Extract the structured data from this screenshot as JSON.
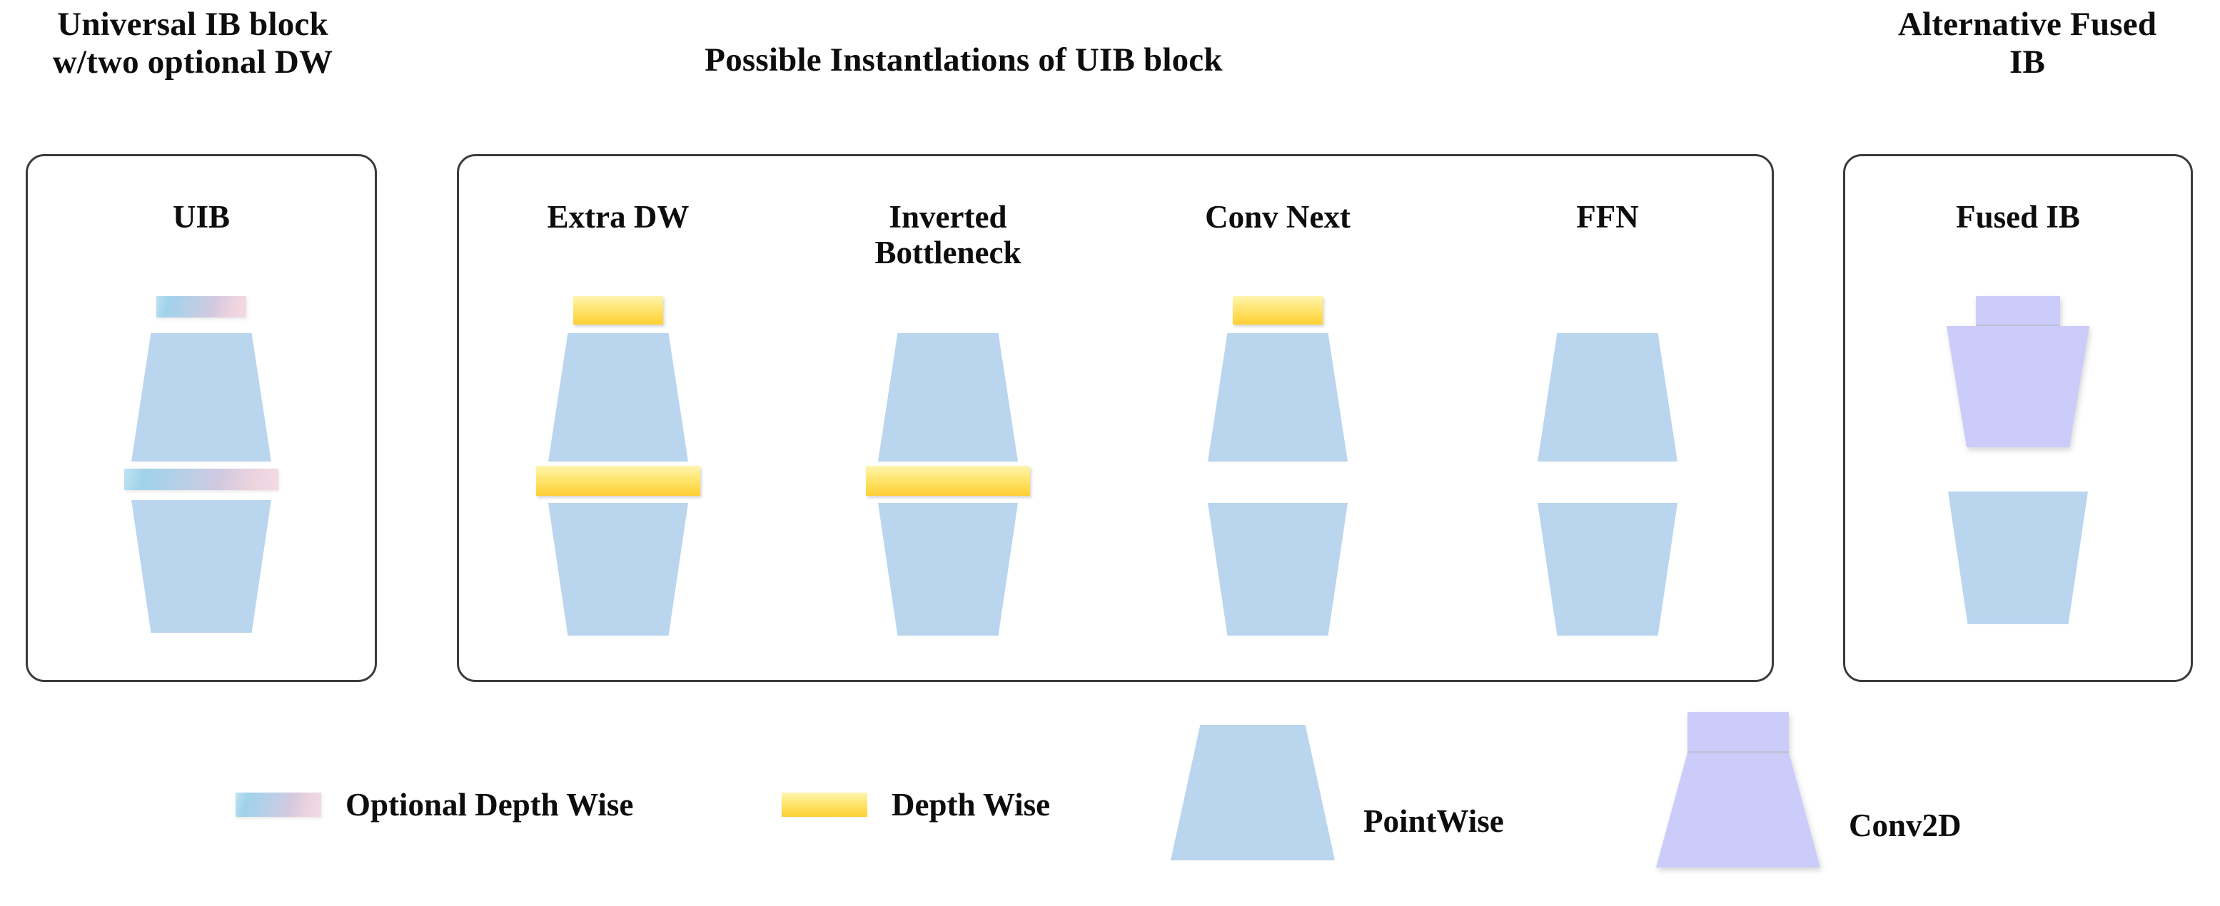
{
  "sections": {
    "left": {
      "title": "Universal IB block\nw/two optional DW"
    },
    "middle": {
      "title": "Possible Instantlations of UIB block"
    },
    "right": {
      "title": "Alternative Fused\nIB"
    }
  },
  "blocks": {
    "uib": {
      "label": "UIB"
    },
    "extra_dw": {
      "label": "Extra DW"
    },
    "inverted_bottleneck": {
      "label": "Inverted\nBottleneck"
    },
    "conv_next": {
      "label": "Conv Next"
    },
    "ffn": {
      "label": "FFN"
    },
    "fused_ib": {
      "label": "Fused IB"
    }
  },
  "legend": {
    "items": [
      {
        "label": "Optional Depth Wise",
        "swatch": "optional-depthwise-swatch",
        "color": "#b9cfe6"
      },
      {
        "label": "Depth Wise",
        "swatch": "depthwise-swatch",
        "color": "#ffd84a"
      },
      {
        "label": "PointWise",
        "swatch": "pointwise-trapezoid",
        "color": "#bad5ee"
      },
      {
        "label": "Conv2D",
        "swatch": "conv2d-shape",
        "color": "#ccccfa"
      }
    ]
  },
  "colors": {
    "pointwise": "#bad5ee",
    "conv2d": "#ccccfa",
    "depthwise": "#ffd84a",
    "optional_depthwise_start": "#9fd2ea",
    "optional_depthwise_end": "#f3dbe6",
    "panel_border": "#3b3b3b",
    "background": "#ffffff",
    "text": "#0d0d0d"
  }
}
